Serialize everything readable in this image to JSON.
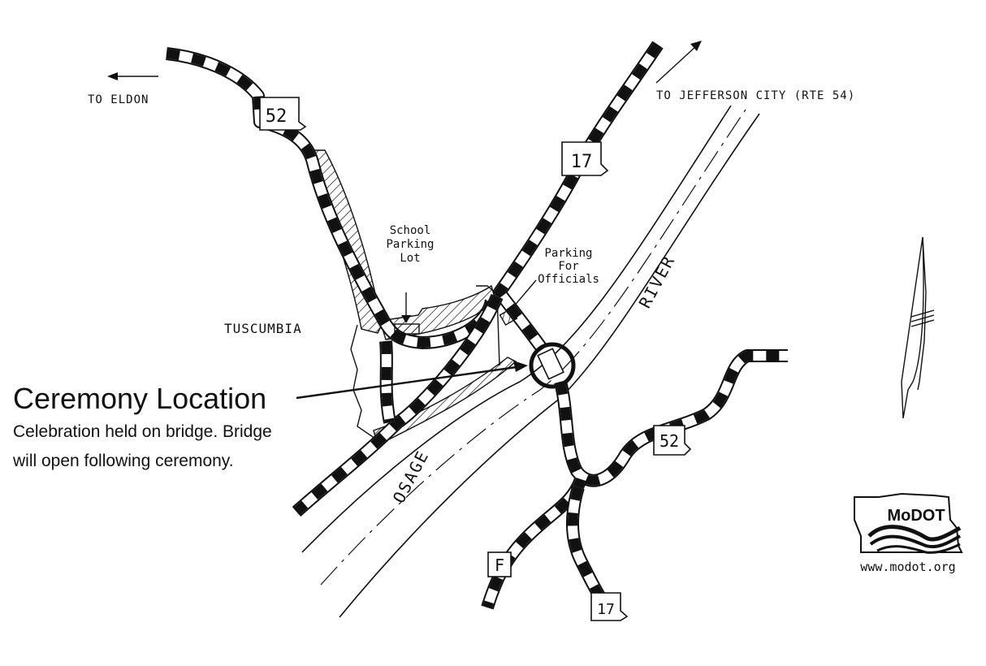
{
  "directions": {
    "to_eldon": "TO ELDON",
    "to_jefferson_city": "TO JEFFERSON CITY (RTE 54)"
  },
  "shields": {
    "rte52_north": "52",
    "rte17_north": "17",
    "rte52_south": "52",
    "rte_f": "F",
    "rte17_south": "17"
  },
  "places": {
    "town": "TUSCUMBIA",
    "school_parking_line1": "School",
    "school_parking_line2": "Parking",
    "school_parking_line3": "Lot",
    "officials_parking_line1": "Parking",
    "officials_parking_line2": "For",
    "officials_parking_line3": "Officials"
  },
  "river": {
    "name_part1": "OSAGE",
    "name_part2": "RIVER"
  },
  "ceremony": {
    "title": "Ceremony Location",
    "line1": "Celebration held on bridge. Bridge",
    "line2": "will open following ceremony."
  },
  "logo": {
    "name": "MoDOT",
    "url": "www.modot.org"
  },
  "colors": {
    "ink": "#111111",
    "paper": "#ffffff"
  }
}
